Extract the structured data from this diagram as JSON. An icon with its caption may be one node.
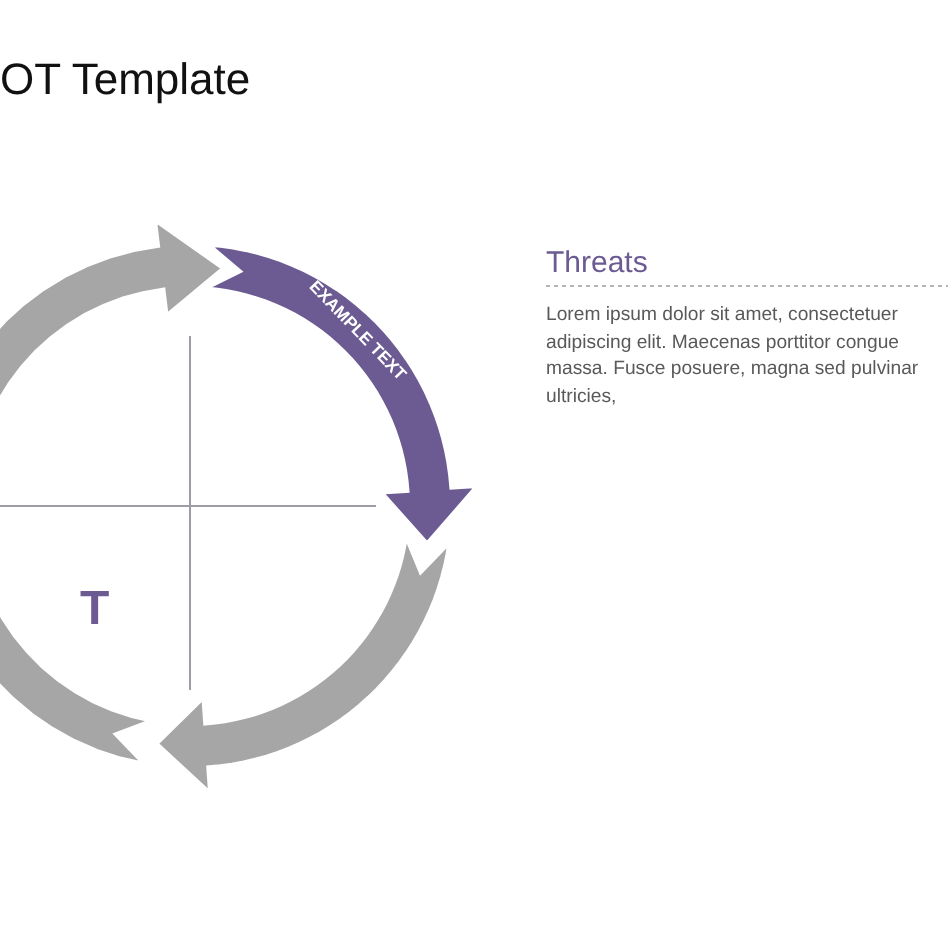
{
  "diagram": {
    "title": "OT Template",
    "labels": [
      "EXAMPLE TEXT",
      "T",
      "Threats",
      "Lorem ipsum dolor sit amet, consectetuer adipiscing elit. Maecenas porttitor congue massa. Fusce posuere, magna sed pulvinar ultricies,"
    ]
  }
}
